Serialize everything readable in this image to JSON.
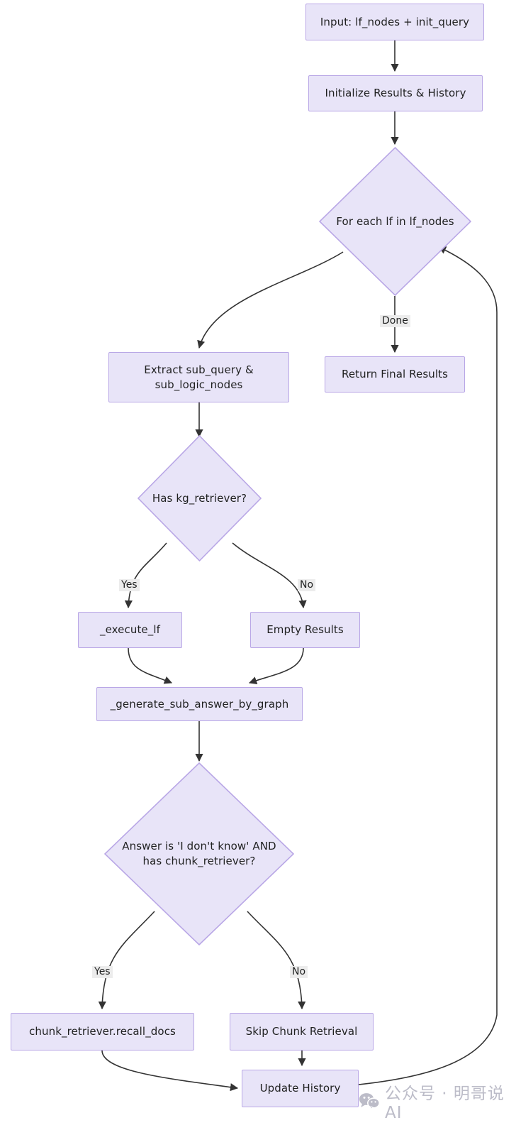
{
  "diagram": {
    "type": "flowchart",
    "direction": "top-to-bottom",
    "theme": {
      "node_fill": "#e8e4f8",
      "node_border": "#b9a7e6",
      "edge_color": "#333333",
      "text_color": "#1f2020",
      "edge_label_bg": "#ececec",
      "background": "#ffffff"
    },
    "nodes": [
      {
        "id": "input",
        "shape": "rect",
        "label": "Input: lf_nodes + init_query"
      },
      {
        "id": "init",
        "shape": "rect",
        "label": "Initialize Results & History"
      },
      {
        "id": "loop",
        "shape": "diamond",
        "label": "For each lf in lf_nodes"
      },
      {
        "id": "ret",
        "shape": "rect",
        "label": "Return Final Results"
      },
      {
        "id": "extract",
        "shape": "rect",
        "label": "Extract sub_query &\nsub_logic_nodes"
      },
      {
        "id": "haskg",
        "shape": "diamond",
        "label": "Has kg_retriever?"
      },
      {
        "id": "execlf",
        "shape": "rect",
        "label": "_execute_lf"
      },
      {
        "id": "empty",
        "shape": "rect",
        "label": "Empty Results"
      },
      {
        "id": "gensub",
        "shape": "rect",
        "label": "_generate_sub_answer_by_graph"
      },
      {
        "id": "dontknow",
        "shape": "diamond",
        "label": "Answer is 'I don't know' AND\nhas chunk_retriever?"
      },
      {
        "id": "recall",
        "shape": "rect",
        "label": "chunk_retriever.recall_docs"
      },
      {
        "id": "skipchunk",
        "shape": "rect",
        "label": "Skip Chunk Retrieval"
      },
      {
        "id": "update",
        "shape": "rect",
        "label": "Update History"
      }
    ],
    "edges": [
      {
        "from": "input",
        "to": "init",
        "label": ""
      },
      {
        "from": "init",
        "to": "loop",
        "label": ""
      },
      {
        "from": "loop",
        "to": "extract",
        "label": ""
      },
      {
        "from": "loop",
        "to": "ret",
        "label": "Done"
      },
      {
        "from": "extract",
        "to": "haskg",
        "label": ""
      },
      {
        "from": "haskg",
        "to": "execlf",
        "label": "Yes"
      },
      {
        "from": "haskg",
        "to": "empty",
        "label": "No"
      },
      {
        "from": "execlf",
        "to": "gensub",
        "label": ""
      },
      {
        "from": "empty",
        "to": "gensub",
        "label": ""
      },
      {
        "from": "gensub",
        "to": "dontknow",
        "label": ""
      },
      {
        "from": "dontknow",
        "to": "recall",
        "label": "Yes"
      },
      {
        "from": "dontknow",
        "to": "skipchunk",
        "label": "No"
      },
      {
        "from": "recall",
        "to": "update",
        "label": ""
      },
      {
        "from": "skipchunk",
        "to": "update",
        "label": ""
      },
      {
        "from": "update",
        "to": "loop",
        "label": ""
      }
    ],
    "edge_labels": {
      "done": "Done",
      "yes_kg": "Yes",
      "no_kg": "No",
      "yes_chunk": "Yes",
      "no_chunk": "No"
    }
  },
  "watermark": {
    "icon": "wechat-icon",
    "text": "公众号 · 明哥说AI"
  }
}
